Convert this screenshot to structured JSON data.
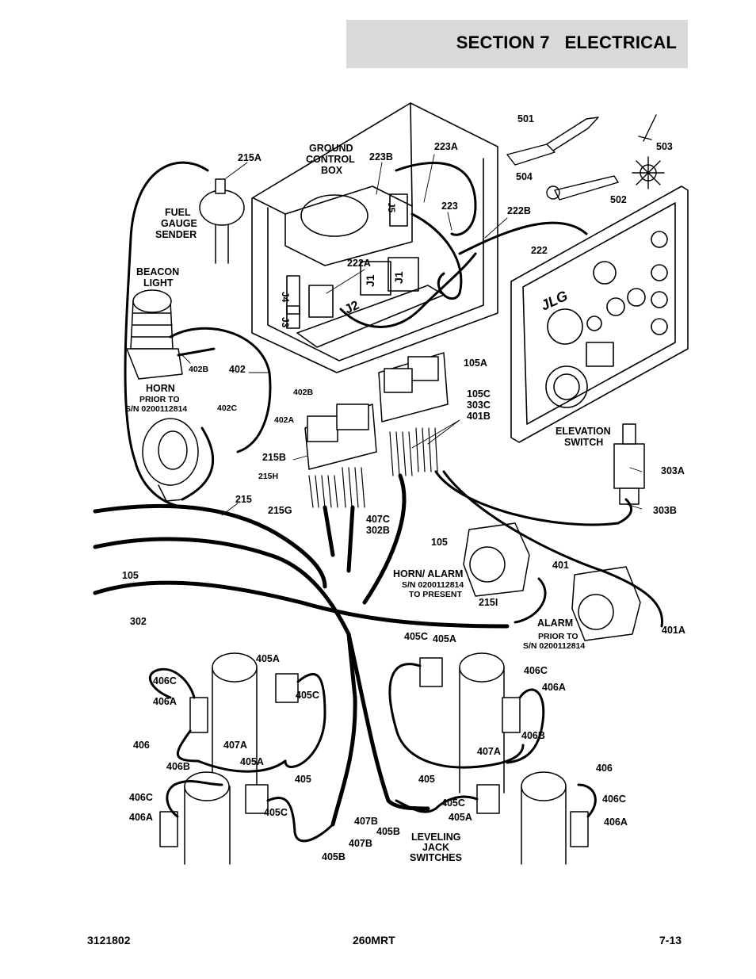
{
  "header": {
    "title": "SECTION 7   ELECTRICAL"
  },
  "labels": {
    "l215a": "215A",
    "fuel1": "FUEL",
    "fuel2": "GAUGE",
    "fuel3": "SENDER",
    "gcb1": "GROUND",
    "gcb2": "CONTROL",
    "gcb3": "BOX",
    "l223b": "223B",
    "l223a": "223A",
    "l223": "223",
    "l222b": "222B",
    "l222": "222",
    "l222a": "222A",
    "l501": "501",
    "l503": "503",
    "l504": "504",
    "l502": "502",
    "beacon1": "BEACON",
    "beacon2": "LIGHT",
    "l402b1": "402B",
    "l402": "402",
    "l402b2": "402B",
    "l402c": "402C",
    "l402a": "402A",
    "horn": "HORN",
    "prior1": "PRIOR TO",
    "sn1": "S/N 0200112814",
    "l105a": "105A",
    "l105c": "105C",
    "l303c": "303C",
    "l401b": "401B",
    "elev1": "ELEVATION",
    "elev2": "SWITCH",
    "l215b": "215B",
    "l215h": "215H",
    "l215": "215",
    "l215g": "215G",
    "l407c": "407C",
    "l302b": "302B",
    "l105": "105",
    "l105b": "105",
    "l302": "302",
    "l303a": "303A",
    "l303b": "303B",
    "l401": "401",
    "hornalarm": "HORN/ ALARM",
    "sn2": "S/N 0200112814",
    "topresent": "TO PRESENT",
    "l215i": "215I",
    "alarm": "ALARM",
    "prior2": "PRIOR TO",
    "sn3": "S/N 0200112814",
    "l401a": "401A",
    "l405c1": "405C",
    "l405a1": "405A",
    "l405a2": "405A",
    "l405c2": "405C",
    "l406c1": "406C",
    "l406a1": "406A",
    "l406c2": "406C",
    "l406a2": "406A",
    "l406b1": "406B",
    "l407a1": "407A",
    "l406_1": "406",
    "l407a2": "407A",
    "l406_2": "406",
    "l406b2": "406B",
    "l405a3": "405A",
    "l405_1": "405",
    "l405_2": "405",
    "l406c3": "406C",
    "l406c4": "406C",
    "l406a3": "406A",
    "l406a4": "406A",
    "l405c3": "405C",
    "l405c4": "405C",
    "l405a4": "405A",
    "l407b1": "407B",
    "l405b1": "405B",
    "l407b2": "407B",
    "l405b2": "405B",
    "lev1": "LEVELING",
    "lev2": "JACK",
    "lev3": "SWITCHES",
    "jlg": "JLG",
    "j1a": "J1",
    "j1b": "J1",
    "j2": "J2",
    "j3": "J3",
    "j4": "J4",
    "j5": "J5"
  },
  "footer": {
    "left": "3121802",
    "center": "260MRT",
    "right": "7-13"
  }
}
